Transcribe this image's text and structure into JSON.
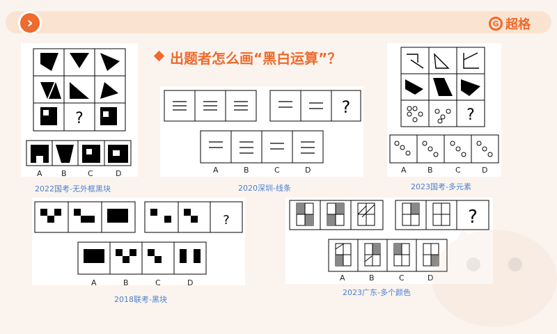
{
  "header": {
    "nav_icon": "chevron-right-icon",
    "brand_name": "超格",
    "brand_icon": "g-logo-icon",
    "title": "出题者怎么画“黑白运算”？"
  },
  "puzzles": [
    {
      "caption": "2022国考-无外框黑块",
      "options": [
        "A",
        "B",
        "C",
        "D"
      ],
      "question_mark": "?"
    },
    {
      "caption": "2020深圳-线条",
      "options": [
        "A",
        "B",
        "C",
        "D"
      ],
      "question_mark": "?"
    },
    {
      "caption": "2023国考-多元素",
      "options": [
        "A",
        "B",
        "C",
        "D"
      ],
      "question_mark": "?"
    },
    {
      "caption": "2018联考-黑块",
      "options": [
        "A",
        "B",
        "C",
        "D"
      ],
      "question_mark": "?"
    },
    {
      "caption": "2023广东-多个颜色",
      "options": [
        "A",
        "B",
        "C",
        "D"
      ],
      "question_mark": "?"
    }
  ],
  "colors": {
    "accent": "#ee6a2d",
    "caption": "#4a7fd0"
  }
}
